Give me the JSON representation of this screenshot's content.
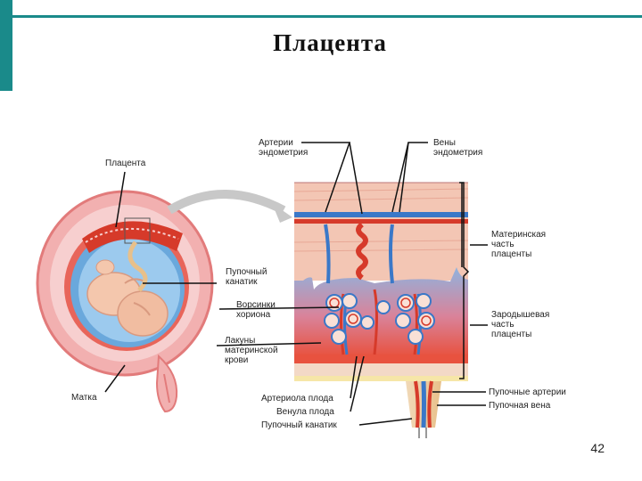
{
  "slide": {
    "title": "Плацента",
    "page_number": "42"
  },
  "labels": {
    "placenta": "Плацента",
    "uterus": "Матка",
    "umbilical_cord_left": [
      "Пупочный",
      "канатик"
    ],
    "chorionic_villi": [
      "Ворсинки",
      "хориона"
    ],
    "maternal_blood_lacunae": [
      "Лакуны",
      "материнской",
      "крови"
    ],
    "endometrial_arteries": [
      "Артерии",
      "эндометрия"
    ],
    "endometrial_veins": [
      "Вены",
      "эндометрия"
    ],
    "maternal_part": [
      "Материнская",
      "часть",
      "плаценты"
    ],
    "fetal_part": [
      "Зародышевая",
      "часть",
      "плаценты"
    ],
    "fetal_arteriole": "Артериола плода",
    "fetal_venule": "Венула плода",
    "umbilical_cord_bottom": "Пупочный канатик",
    "umbilical_arteries": "Пупочные артерии",
    "umbilical_vein": "Пупочная вена"
  },
  "colors": {
    "accent": "#1a8a8a",
    "artery": "#d63a2a",
    "vein": "#3a78c8",
    "tissue": "#f3c6b4",
    "amniotic": "#7fb8e6"
  }
}
